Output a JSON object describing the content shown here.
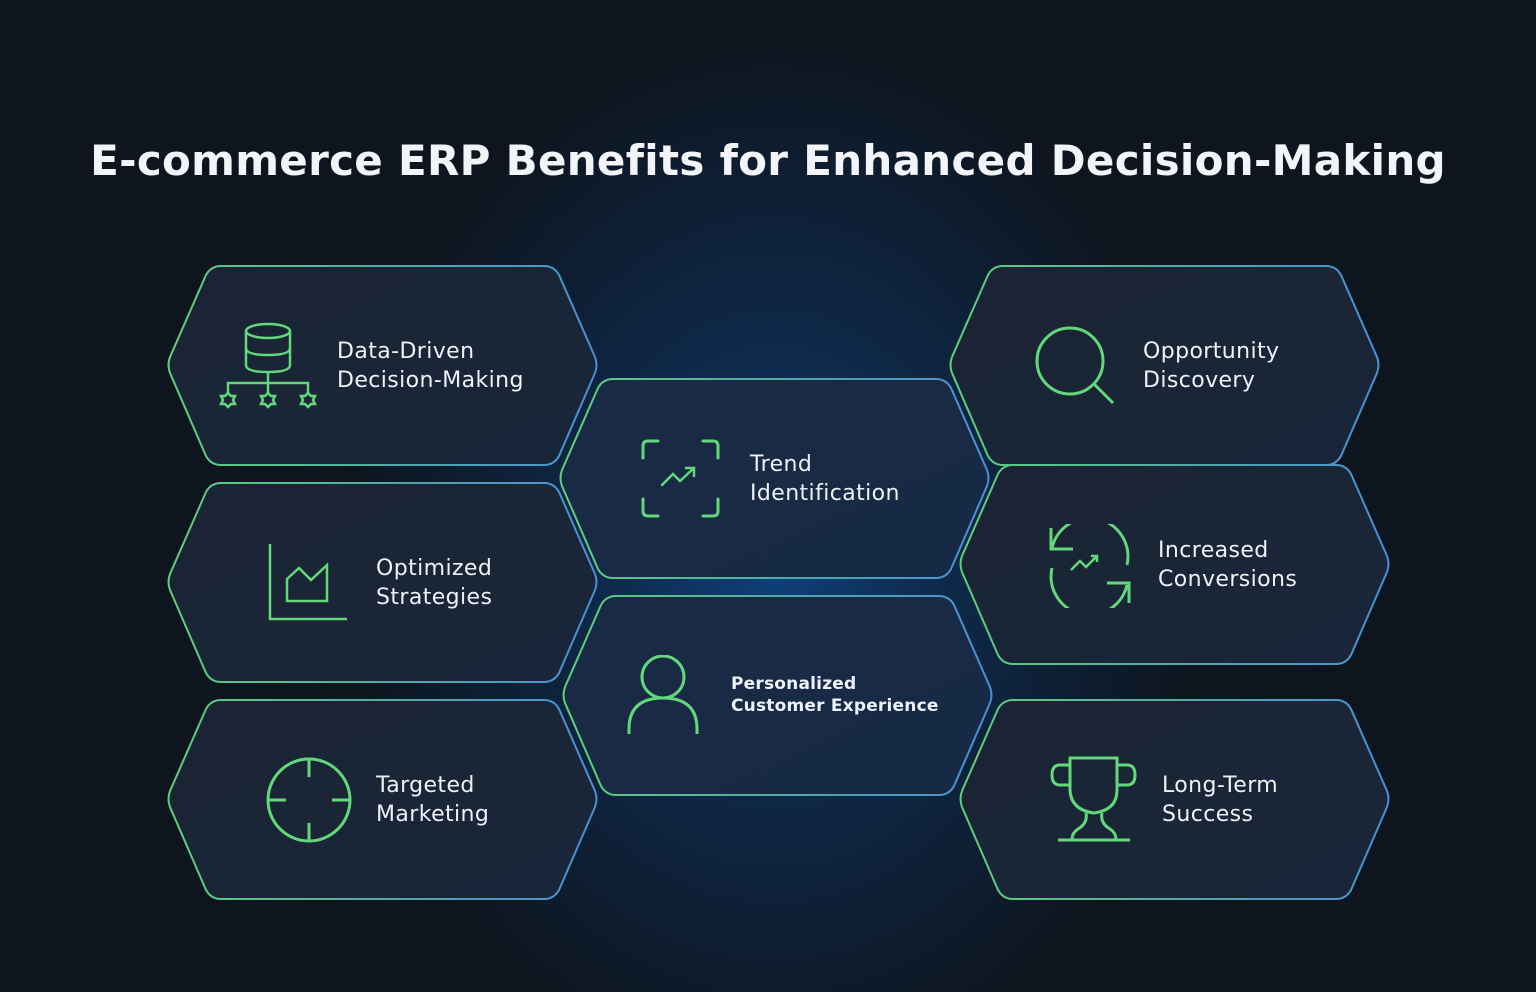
{
  "title": "E-commerce ERP Benefits for Enhanced Decision-Making",
  "colors": {
    "background": "#0e151f",
    "center_glow": "#0e488c",
    "hex_fill": "#1a2434",
    "stroke_green": "#5fd07a",
    "stroke_blue": "#4a8fd6",
    "icon": "#62d87a",
    "text": "#eef1f5"
  },
  "benefits": [
    {
      "id": "data-driven",
      "icon": "database-network-icon",
      "line1": "Data-Driven",
      "line2": "Decision-Making"
    },
    {
      "id": "optimized",
      "icon": "area-chart-icon",
      "line1": "Optimized",
      "line2": "Strategies"
    },
    {
      "id": "targeted",
      "icon": "target-crosshair-icon",
      "line1": "Targeted",
      "line2": "Marketing"
    },
    {
      "id": "trend",
      "icon": "trend-scan-icon",
      "line1": "Trend",
      "line2": "Identification"
    },
    {
      "id": "personalized",
      "icon": "user-icon",
      "line1": "Personalized",
      "line2": "Customer Experience"
    },
    {
      "id": "opportunity",
      "icon": "magnifier-icon",
      "line1": "Opportunity",
      "line2": "Discovery"
    },
    {
      "id": "conversions",
      "icon": "refresh-trend-icon",
      "line1": "Increased",
      "line2": "Conversions"
    },
    {
      "id": "success",
      "icon": "trophy-icon",
      "line1": "Long-Term",
      "line2": "Success"
    }
  ]
}
